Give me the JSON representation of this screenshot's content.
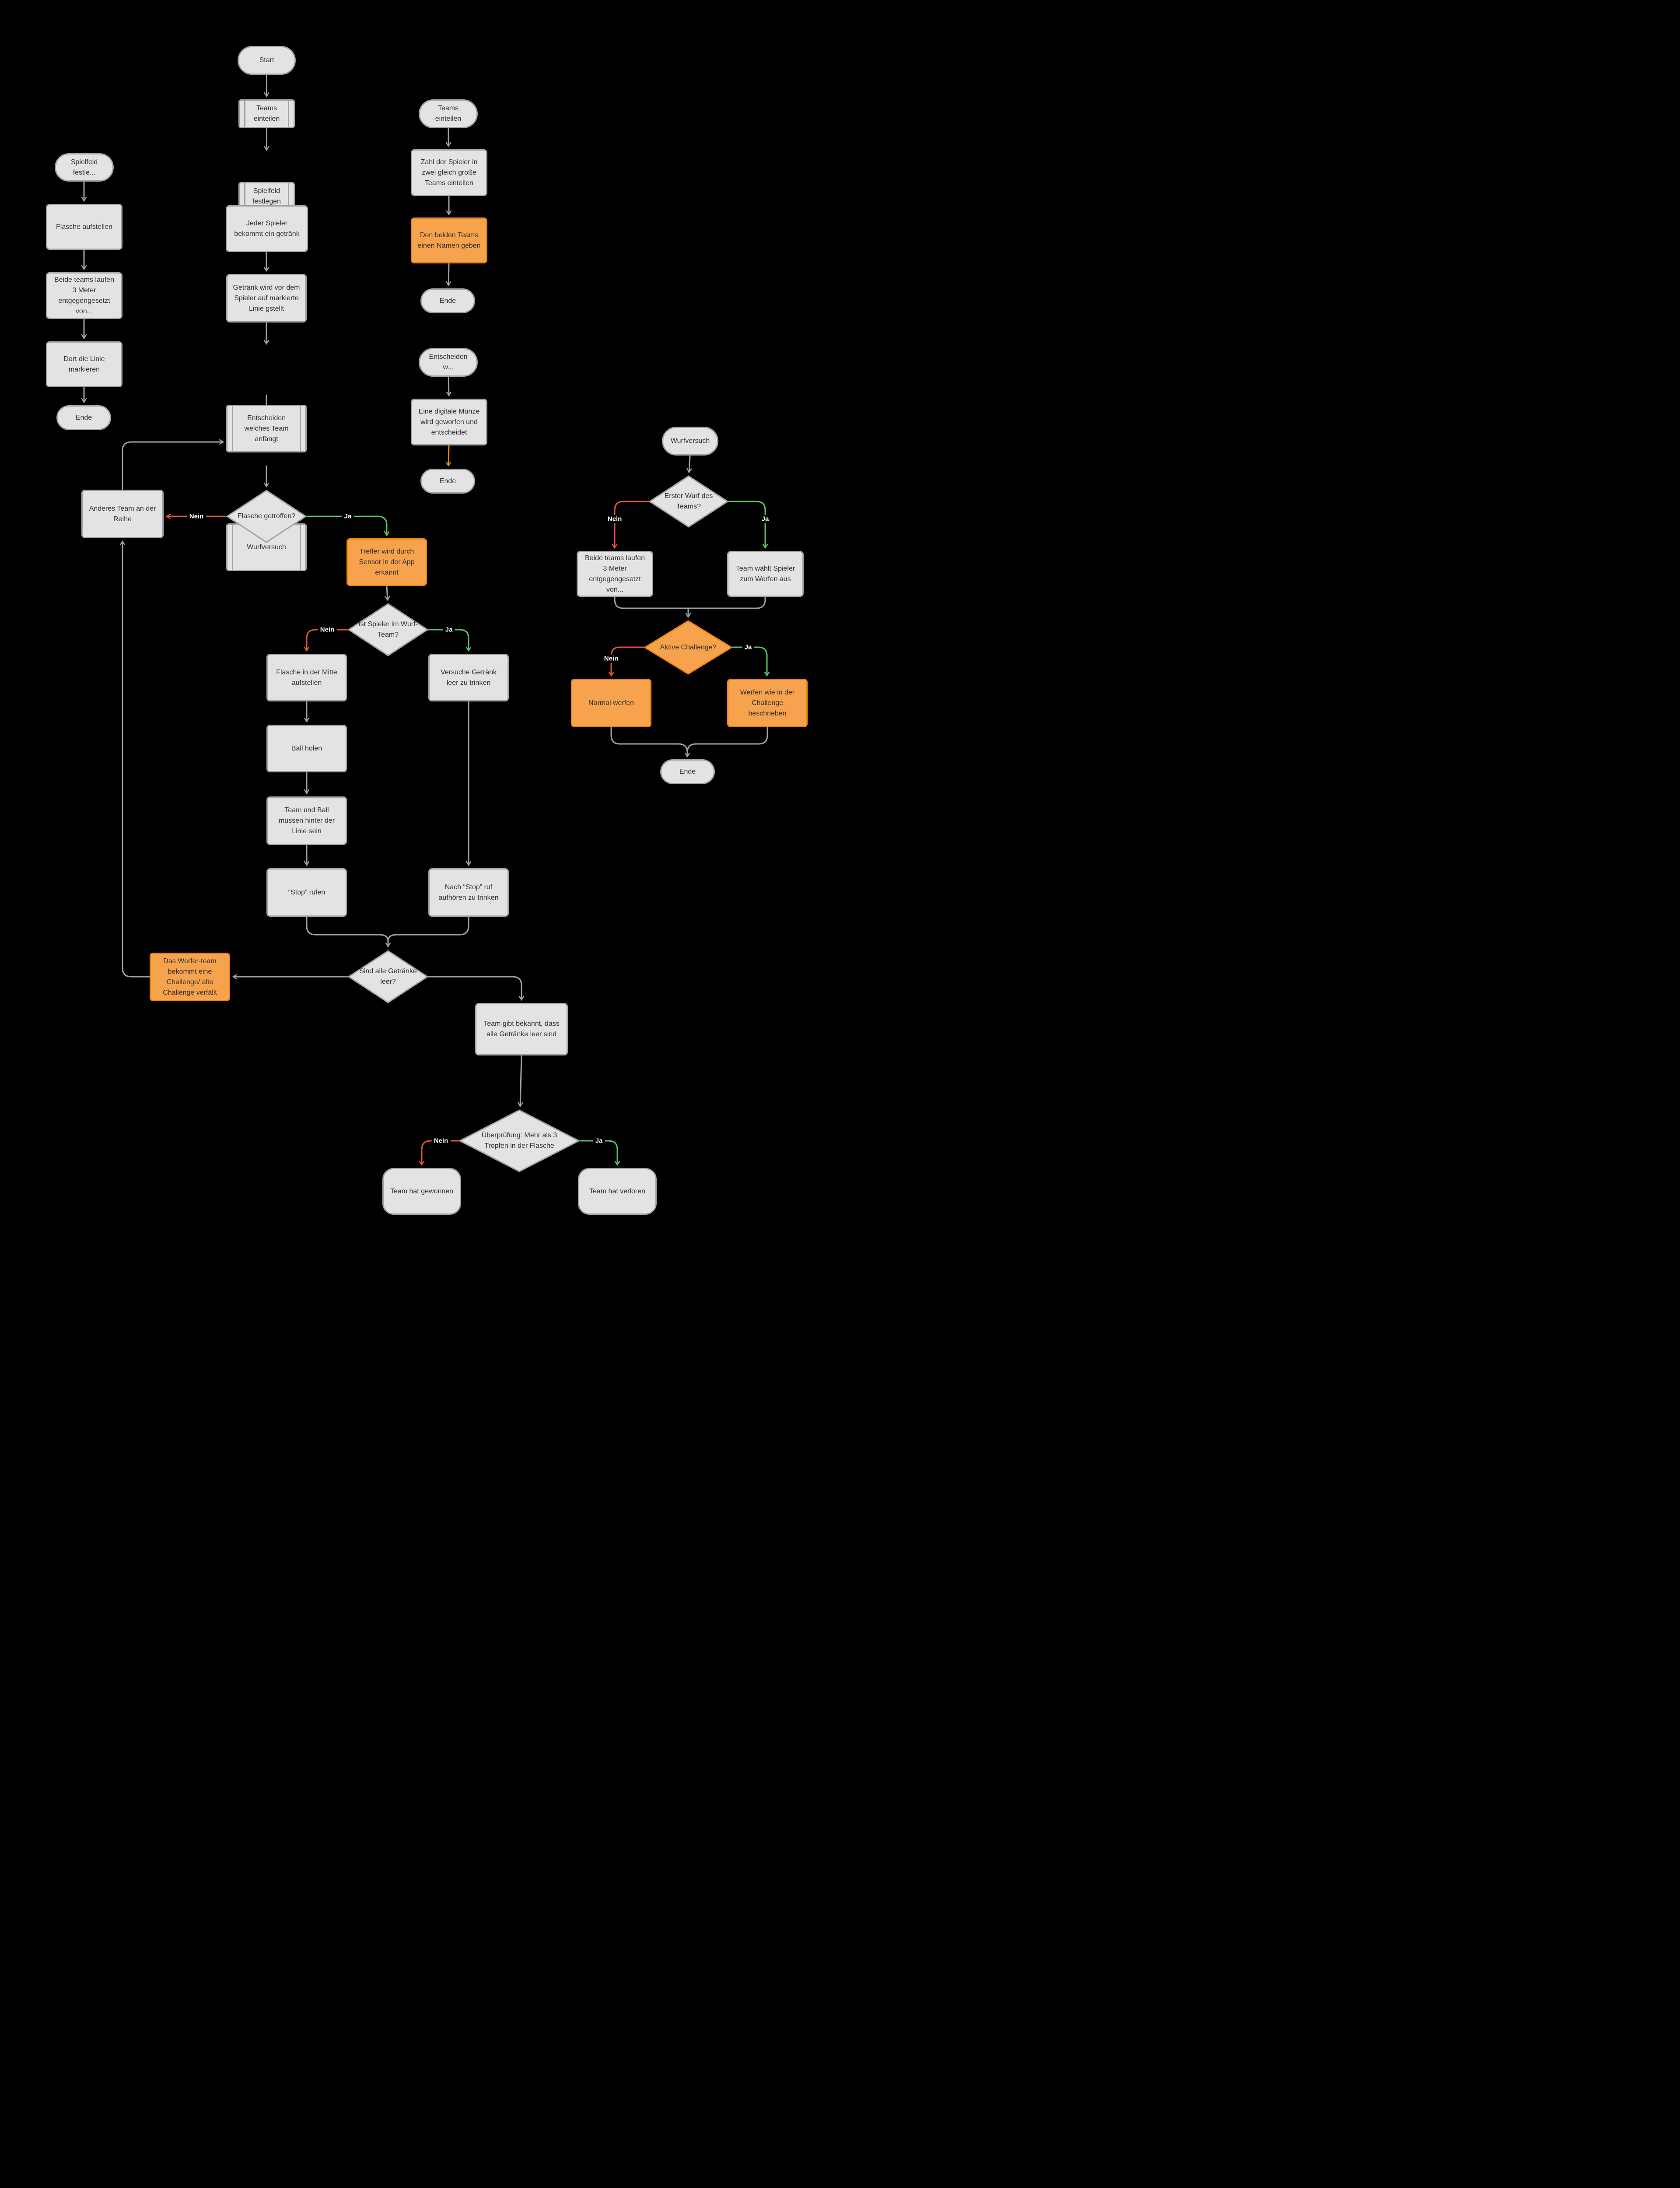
{
  "diagram": {
    "background": "#000000",
    "colors": {
      "gray": "#9EA2A6",
      "red": "#E8543C",
      "green": "#5FC262",
      "orange": "#F08A0C",
      "node_fill": "#E3E3E3",
      "node_border": "#A2A2A2",
      "node_text": "#303030",
      "orange_fill": "#F7A34D",
      "orange_border": "#EE860D",
      "label_text": "#FFFFFF"
    },
    "nodes": [
      {
        "id": "start",
        "label": "Start",
        "type": "stadium",
        "variant": "default"
      },
      {
        "id": "sub_teams",
        "label": "Teams einteilen",
        "type": "subroutine",
        "variant": "default"
      },
      {
        "id": "sub_spielfeld",
        "label": "Spielfeld festlegen",
        "type": "subroutine",
        "variant": "default"
      },
      {
        "id": "jeder_spieler",
        "label": "Jeder Spieler bekommt ein getränk",
        "type": "process",
        "variant": "default"
      },
      {
        "id": "getraenk_linie",
        "label": "Getränk wird vor dem Spieler auf markierte Linie gstellt",
        "type": "process",
        "variant": "default"
      },
      {
        "id": "sub_entscheiden",
        "label": "Entscheiden welches Team anfängt",
        "type": "subroutine",
        "variant": "default"
      },
      {
        "id": "sub_wurfversuch",
        "label": "Wurfversuch",
        "type": "subroutine",
        "variant": "default"
      },
      {
        "id": "d_flasche",
        "label": "Flasche getroffen?",
        "type": "decision",
        "variant": "default"
      },
      {
        "id": "anderes_team",
        "label": "Anderes Team an der Reihe",
        "type": "process",
        "variant": "default"
      },
      {
        "id": "treffer",
        "label": "Treffer wird durch Sensor in der App erkannt",
        "type": "process",
        "variant": "orange"
      },
      {
        "id": "d_wurfteam",
        "label": "Ist Spieler im Wurf-Team?",
        "type": "decision",
        "variant": "default"
      },
      {
        "id": "flasche_mitte",
        "label": "Flasche in der Mitte aufstellen",
        "type": "process",
        "variant": "default"
      },
      {
        "id": "versuche",
        "label": "Versuche Getränk leer zu trinken",
        "type": "process",
        "variant": "default"
      },
      {
        "id": "ball",
        "label": "Ball holen",
        "type": "process",
        "variant": "default"
      },
      {
        "id": "team_ball",
        "label": "Team und Ball müssen hinter der Linie sein",
        "type": "process",
        "variant": "default"
      },
      {
        "id": "stop_rufen",
        "label": "“Stop” rufen",
        "type": "process",
        "variant": "default"
      },
      {
        "id": "nach_stop",
        "label": "Nach “Stop” ruf aufhören zu trinken",
        "type": "process",
        "variant": "default"
      },
      {
        "id": "d_leer",
        "label": "Sind alle Getränke leer?",
        "type": "decision",
        "variant": "default"
      },
      {
        "id": "werfer_challenge",
        "label": "Das Werfer-team bekommt eine Challenge/ alte Challenge verfällt",
        "type": "process",
        "variant": "orange"
      },
      {
        "id": "team_gibt",
        "label": "Team gibt bekannt, dass alle Getränke leer sind",
        "type": "process",
        "variant": "default"
      },
      {
        "id": "d_ueber",
        "label": "Überprüfung: Mehr als 3 Tropfen in der Flasche",
        "type": "decision",
        "variant": "default"
      },
      {
        "id": "gewonnen",
        "label": "Team hat gewonnen",
        "type": "terminal",
        "variant": "default"
      },
      {
        "id": "verloren",
        "label": "Team hat verloren",
        "type": "terminal",
        "variant": "default"
      },
      {
        "id": "l_spielfeld",
        "label": "Spielfeld festle...",
        "type": "stadium",
        "variant": "default"
      },
      {
        "id": "l_flasche",
        "label": "Flasche aufstellen",
        "type": "process",
        "variant": "default"
      },
      {
        "id": "l_beide",
        "label": "Beide teams laufen 3 Meter entgegengesetzt von...",
        "type": "process",
        "variant": "default"
      },
      {
        "id": "l_dort",
        "label": "Dort die Linie markieren",
        "type": "process",
        "variant": "default"
      },
      {
        "id": "l_ende",
        "label": "Ende",
        "type": "stadium",
        "variant": "default"
      },
      {
        "id": "m_teams",
        "label": "Teams einteilen",
        "type": "stadium",
        "variant": "default"
      },
      {
        "id": "m_zahl",
        "label": "Zahl der Spieler in zwei gleich große Teams einteilen",
        "type": "process",
        "variant": "default"
      },
      {
        "id": "m_namen",
        "label": "Den beiden Teams einen Namen geben",
        "type": "process",
        "variant": "orange"
      },
      {
        "id": "m_ende1",
        "label": "Ende",
        "type": "stadium",
        "variant": "default"
      },
      {
        "id": "m_entsch",
        "label": "Entscheiden w...",
        "type": "stadium",
        "variant": "default"
      },
      {
        "id": "m_muenze",
        "label": "Eine digitale Münze wird geworfen und entscheidet",
        "type": "process",
        "variant": "default"
      },
      {
        "id": "m_ende2",
        "label": "Ende",
        "type": "stadium",
        "variant": "default"
      },
      {
        "id": "r_wurf",
        "label": "Wurfversuch",
        "type": "stadium",
        "variant": "default"
      },
      {
        "id": "d_erster",
        "label": "Erster Wurf des Teams?",
        "type": "decision",
        "variant": "default"
      },
      {
        "id": "r_beide",
        "label": "Beide teams laufen 3 Meter entgegengesetzt von...",
        "type": "process",
        "variant": "default"
      },
      {
        "id": "r_waehlt",
        "label": "Team wählt Spieler zum Werfen aus",
        "type": "process",
        "variant": "default"
      },
      {
        "id": "d_aktive",
        "label": "Aktive Challenge?",
        "type": "decision",
        "variant": "orange"
      },
      {
        "id": "r_normal",
        "label": "Normal werfen",
        "type": "process",
        "variant": "orange"
      },
      {
        "id": "r_werfen",
        "label": "Werfen wie in der Challenge beschrieben",
        "type": "process",
        "variant": "orange"
      },
      {
        "id": "r_ende",
        "label": "Ende",
        "type": "stadium",
        "variant": "default"
      }
    ],
    "edges": [
      {
        "id": "start_teams",
        "label": "",
        "color": "gray"
      },
      {
        "id": "teams_spielfeld",
        "label": "",
        "color": "gray"
      },
      {
        "id": "spielfeld_jeder",
        "label": "",
        "color": "gray"
      },
      {
        "id": "jeder_getraenk",
        "label": "",
        "color": "gray"
      },
      {
        "id": "getraenk_entsch",
        "label": "",
        "color": "gray"
      },
      {
        "id": "entsch_wurf",
        "label": "",
        "color": "gray"
      },
      {
        "id": "wurf_dflasche",
        "label": "",
        "color": "gray"
      },
      {
        "id": "dflasche_anderes",
        "label": "Nein",
        "color": "red"
      },
      {
        "id": "dflasche_treffer",
        "label": "Ja",
        "color": "green"
      },
      {
        "id": "treffer_dwurf",
        "label": "",
        "color": "gray"
      },
      {
        "id": "dwurf_flaschemitte",
        "label": "Nein",
        "color": "red"
      },
      {
        "id": "dwurf_versuche",
        "label": "Ja",
        "color": "green"
      },
      {
        "id": "flaschemitte_ball",
        "label": "",
        "color": "gray"
      },
      {
        "id": "ball_teamball",
        "label": "",
        "color": "gray"
      },
      {
        "id": "teamball_stop",
        "label": "",
        "color": "gray"
      },
      {
        "id": "versuche_nachstop",
        "label": "",
        "color": "gray"
      },
      {
        "id": "stop_merge",
        "label": "",
        "color": "gray"
      },
      {
        "id": "nachstop_merge",
        "label": "",
        "color": "gray"
      },
      {
        "id": "merge_dleer",
        "label": "",
        "color": "gray"
      },
      {
        "id": "dleer_werfer",
        "label": "",
        "color": "gray"
      },
      {
        "id": "dleer_teamgibt",
        "label": "",
        "color": "gray"
      },
      {
        "id": "werfer_anderes",
        "label": "",
        "color": "gray"
      },
      {
        "id": "anderes_wurfsub",
        "label": "",
        "color": "gray"
      },
      {
        "id": "teamgibt_dueber",
        "label": "",
        "color": "gray"
      },
      {
        "id": "dueber_gewonnen",
        "label": "Nein",
        "color": "red"
      },
      {
        "id": "dueber_verloren",
        "label": "Ja",
        "color": "green"
      },
      {
        "id": "l1",
        "label": "",
        "color": "gray"
      },
      {
        "id": "l2",
        "label": "",
        "color": "gray"
      },
      {
        "id": "l3",
        "label": "",
        "color": "gray"
      },
      {
        "id": "l4",
        "label": "",
        "color": "gray"
      },
      {
        "id": "m1",
        "label": "",
        "color": "gray"
      },
      {
        "id": "m2",
        "label": "",
        "color": "gray"
      },
      {
        "id": "m3",
        "label": "",
        "color": "gray"
      },
      {
        "id": "m4",
        "label": "",
        "color": "gray"
      },
      {
        "id": "m5",
        "label": "",
        "color": "orange"
      },
      {
        "id": "r1",
        "label": "",
        "color": "gray"
      },
      {
        "id": "r2",
        "label": "Nein",
        "color": "red"
      },
      {
        "id": "r3",
        "label": "Ja",
        "color": "green"
      },
      {
        "id": "r_merge1",
        "label": "",
        "color": "gray"
      },
      {
        "id": "r_merge2",
        "label": "",
        "color": "gray"
      },
      {
        "id": "r_merge_arrow",
        "label": "",
        "color": "gray"
      },
      {
        "id": "r4",
        "label": "Nein",
        "color": "red"
      },
      {
        "id": "r5",
        "label": "Ja",
        "color": "green"
      },
      {
        "id": "r_merge3",
        "label": "",
        "color": "gray"
      },
      {
        "id": "r_merge4",
        "label": "",
        "color": "gray"
      }
    ]
  }
}
